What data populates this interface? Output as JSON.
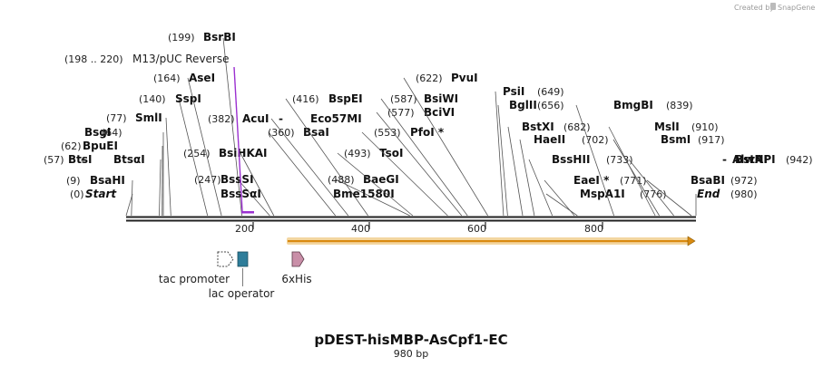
{
  "credit": {
    "prefix": "Created by",
    "brand": "SnapGene"
  },
  "plasmid": {
    "name": "pDEST-hisMBP-AsCpf1-EC",
    "length_label": "980 bp",
    "length": 980
  },
  "ruler": {
    "ticks": [
      200,
      400,
      600,
      800
    ]
  },
  "colors": {
    "primer": "#9b30d0",
    "backbone": "#222222",
    "orf_fill": "#d98a10",
    "orf_glow": "#f3d6a0",
    "lac_operator": "#2e7d9a",
    "his_tag": "#c98fa8",
    "tac_promoter": "#ffffff"
  },
  "primer": {
    "range": "(198 .. 220)",
    "name": "M13/pUC Reverse",
    "start": 198,
    "end": 220
  },
  "orf": {
    "start": 278,
    "end": 980,
    "direction": "forward"
  },
  "features": [
    {
      "id": "tac",
      "label": "tac promoter",
      "shape": "open-arrow",
      "pos": 170
    },
    {
      "id": "lacop",
      "label": "lac operator",
      "shape": "box",
      "pos": 200
    },
    {
      "id": "his",
      "label": "6xHis",
      "shape": "arrow",
      "pos": 293
    }
  ],
  "sites": [
    {
      "num": "(0)",
      "name": "Start",
      "pos": 0,
      "italic": true
    },
    {
      "num": "(9)",
      "name": "BsaHI",
      "pos": 9
    },
    {
      "num": "(57)",
      "name": "BtsI",
      "name2": "BtsαI",
      "pos": 57
    },
    {
      "num": "(62)",
      "name": "BpuEI",
      "pos": 62
    },
    {
      "num": "(64)",
      "name": "BsgI",
      "pos": 64
    },
    {
      "num": "(77)",
      "name": "SmlI",
      "pos": 77
    },
    {
      "num": "(140)",
      "name": "SspI",
      "pos": 140
    },
    {
      "num": "(164)",
      "name": "AseI",
      "pos": 164
    },
    {
      "num": "(199)",
      "name": "BsrBI",
      "pos": 199
    },
    {
      "num": "(247)",
      "name": "BssSI",
      "name_b": "BssSαI",
      "pos": 247
    },
    {
      "num": "(254)",
      "name": "BsiHKAI",
      "pos": 254
    },
    {
      "num": "(382)",
      "name": "AcuI",
      "name2": "Eco57MI",
      "pos": 382
    },
    {
      "num": "(360)",
      "name": "BsaI",
      "pos": 360
    },
    {
      "num": "(416)",
      "name": "BspEI",
      "pos": 416
    },
    {
      "num": "(488)",
      "name": "BaeGI",
      "name_b": "Bme1580I",
      "pos": 488
    },
    {
      "num": "(493)",
      "name": "TsoI",
      "pos": 493
    },
    {
      "num": "(553)",
      "name": "PfoI *",
      "pos": 553
    },
    {
      "num": "(577)",
      "name": "BciVI",
      "pos": 577
    },
    {
      "num": "(587)",
      "name": "BsiWI",
      "pos": 587
    },
    {
      "num": "(622)",
      "name": "PvuI",
      "pos": 622
    },
    {
      "num": "(649)",
      "name": "PsiI",
      "pos": 649
    },
    {
      "num": "(656)",
      "name": "BglII",
      "pos": 656
    },
    {
      "num": "(682)",
      "name": "BstXI",
      "pos": 682
    },
    {
      "num": "(702)",
      "name": "HaeII",
      "pos": 702
    },
    {
      "num": "(733)",
      "name": "BssHII",
      "pos": 733
    },
    {
      "num": "(771)",
      "name": "EaeI *",
      "pos": 771
    },
    {
      "num": "(776)",
      "name": "MspA1I",
      "pos": 776
    },
    {
      "num": "(839)",
      "name": "BmgBI",
      "pos": 839
    },
    {
      "num": "(910)",
      "name": "MslI",
      "pos": 910
    },
    {
      "num": "(917)",
      "name": "BsmI",
      "pos": 917
    },
    {
      "num": "(942)",
      "name": "AlwNI",
      "name2": "BstAPI",
      "pos": 942
    },
    {
      "num": "(972)",
      "name": "BsaBI",
      "pos": 972
    },
    {
      "num": "(980)",
      "name": "End",
      "pos": 980,
      "italic": true
    }
  ]
}
